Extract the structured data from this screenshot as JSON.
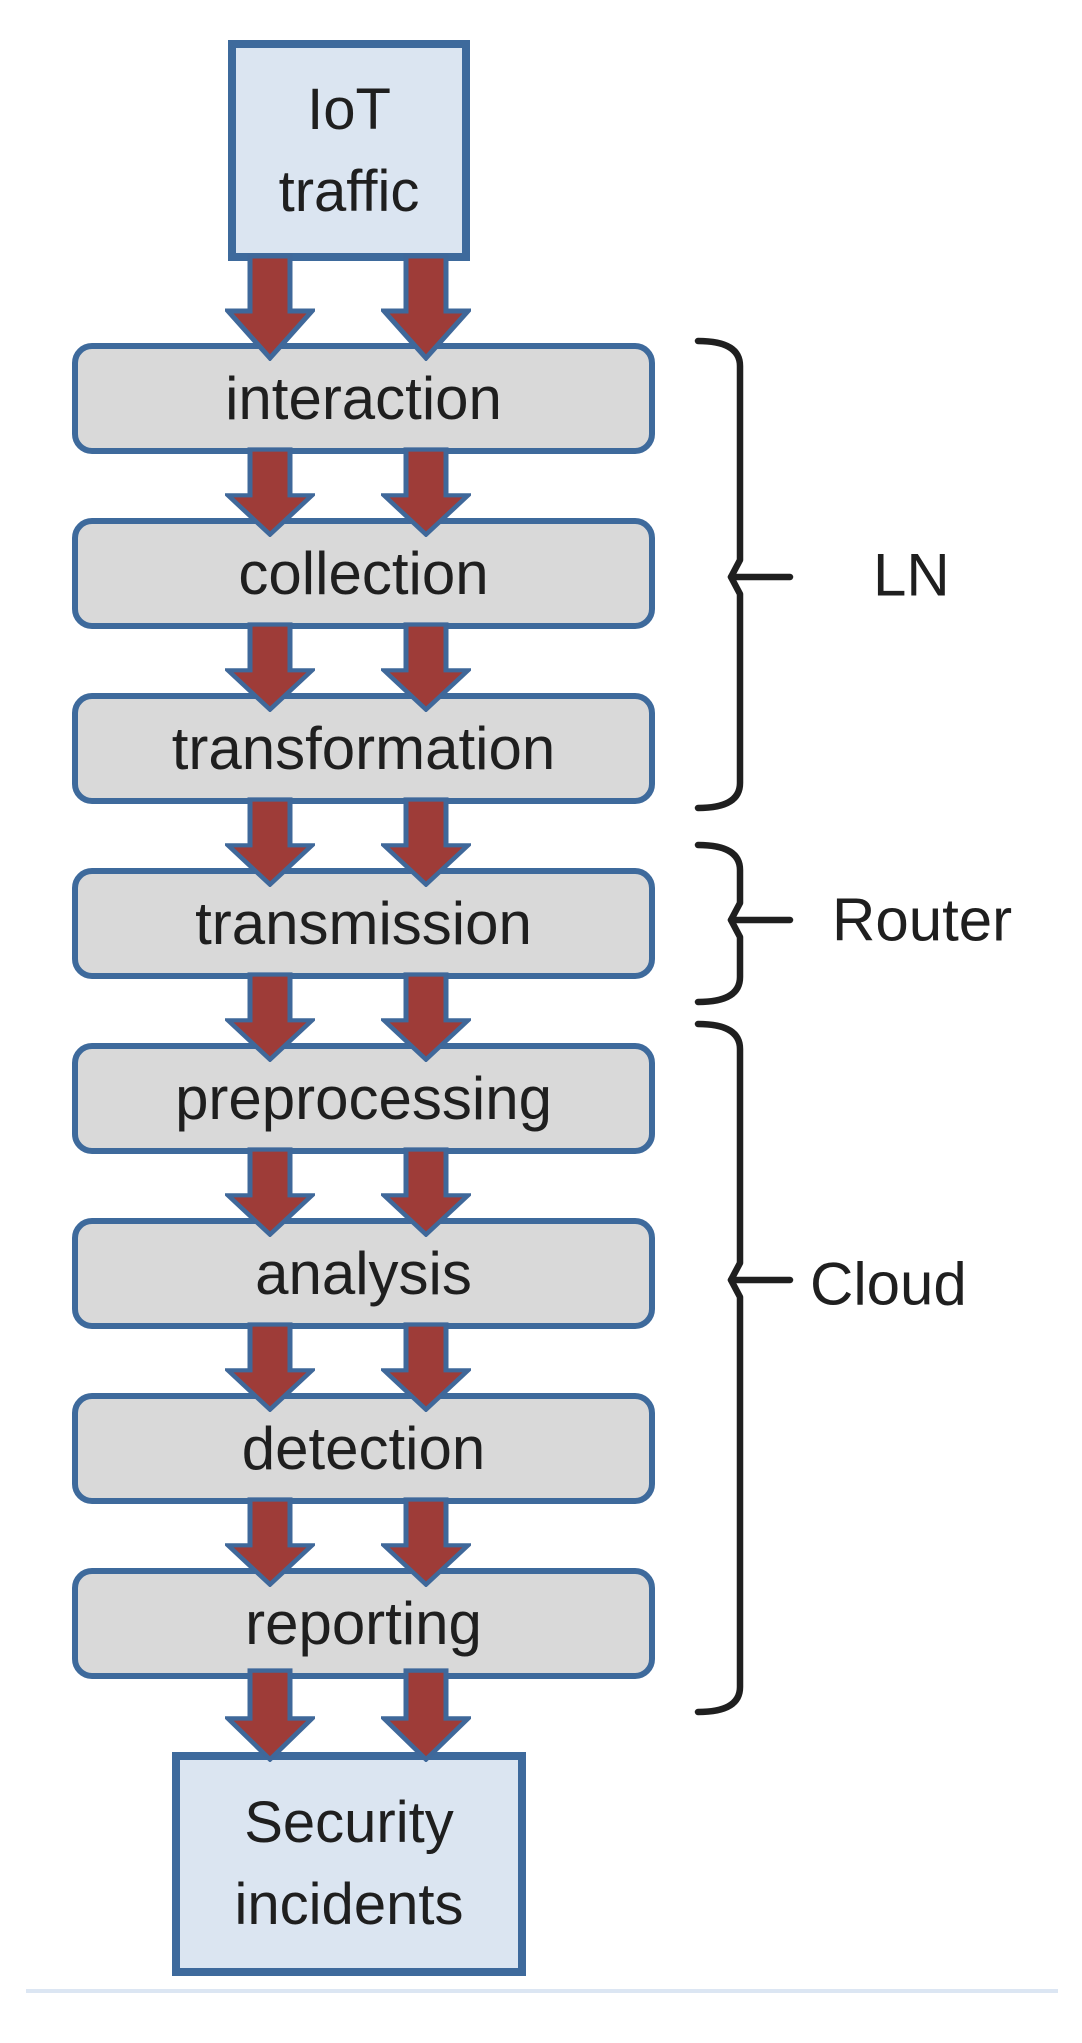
{
  "diagram": {
    "source_node": {
      "line1": "IoT",
      "line2": "traffic"
    },
    "stages": [
      "interaction",
      "collection",
      "transformation",
      "transmission",
      "preprocessing",
      "analysis",
      "detection",
      "reporting"
    ],
    "sink_node": {
      "line1": "Security",
      "line2": "incidents"
    },
    "groups": [
      {
        "label": "LN",
        "covers": [
          "interaction",
          "collection",
          "transformation"
        ]
      },
      {
        "label": "Router",
        "covers": [
          "transmission"
        ]
      },
      {
        "label": "Cloud",
        "covers": [
          "preprocessing",
          "analysis",
          "detection",
          "reporting"
        ]
      }
    ]
  },
  "colors": {
    "node-fill": "#dbe5f1",
    "node-border": "#3e6a9c",
    "stage-fill": "#d9d9d9",
    "stage-border": "#3e6a9c",
    "arrow-fill": "#9e3c38",
    "arrow-outline": "#3f689a",
    "brace-stroke": "#1f1f1f",
    "text-color": "#1f1f1f",
    "bottom-rule": "#dce6f3"
  }
}
